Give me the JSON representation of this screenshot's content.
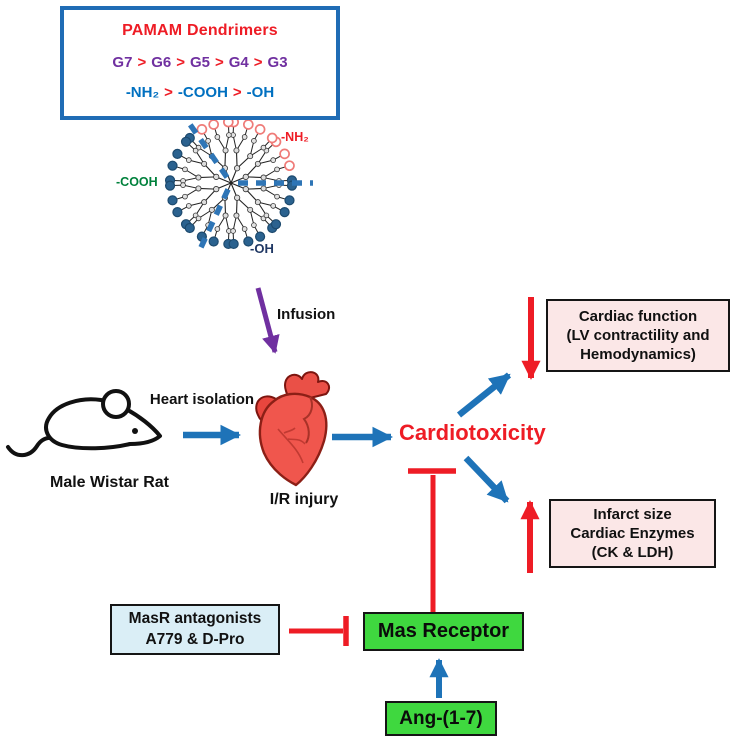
{
  "pamam_box": {
    "title": "PAMAM Dendrimers",
    "generations": [
      "G7",
      "G6",
      "G5",
      "G4",
      "G3"
    ],
    "gt": ">",
    "surface_groups": [
      "-NH₂",
      "-COOH",
      "-OH"
    ]
  },
  "dendrimer": {
    "amine_label": "-NH₂",
    "carboxyl_label": "-COOH",
    "hydroxyl_label": "-OH"
  },
  "labels": {
    "infusion": "Infusion",
    "heart_isolation": "Heart isolation",
    "rat": "Male Wistar Rat",
    "ir_injury": "I/R injury",
    "cardiotoxicity": "Cardiotoxicity"
  },
  "outcome_boxes": {
    "cardiac_function_line1": "Cardiac function",
    "cardiac_function_line2": "(LV contractility and",
    "cardiac_function_line3": "Hemodynamics)",
    "infarct_line1": "Infarct size",
    "infarct_line2": "Cardiac Enzymes",
    "infarct_line3": "(CK & LDH)"
  },
  "mas_pathway": {
    "antagonists_line1": "MasR antagonists",
    "antagonists_line2": "A779 & D-Pro",
    "mas_receptor": "Mas Receptor",
    "ang": "Ang-(1-7)"
  },
  "colors": {
    "arrow_blue": "#1e73b8",
    "arrow_red": "#ee1c25",
    "arrow_purple": "#7030a0",
    "pamam_border_blue": "#1f6cb5",
    "title_red": "#ee1c25",
    "generation_purple": "#7030a0",
    "surface_group_blue": "#0070c0",
    "amine_label_red": "#ee1c25",
    "carboxyl_label_green": "#00813c",
    "hydroxyl_label_navy": "#203864",
    "dendrimer_bead_blue": "#2b628f",
    "dendrimer_bead_pink": "#ef7b78",
    "dashed_divider_blue": "#2e75b6",
    "green_box": "#3fd83f",
    "pink_box": "#fbe7e7",
    "cyan_box": "#daeef6"
  }
}
